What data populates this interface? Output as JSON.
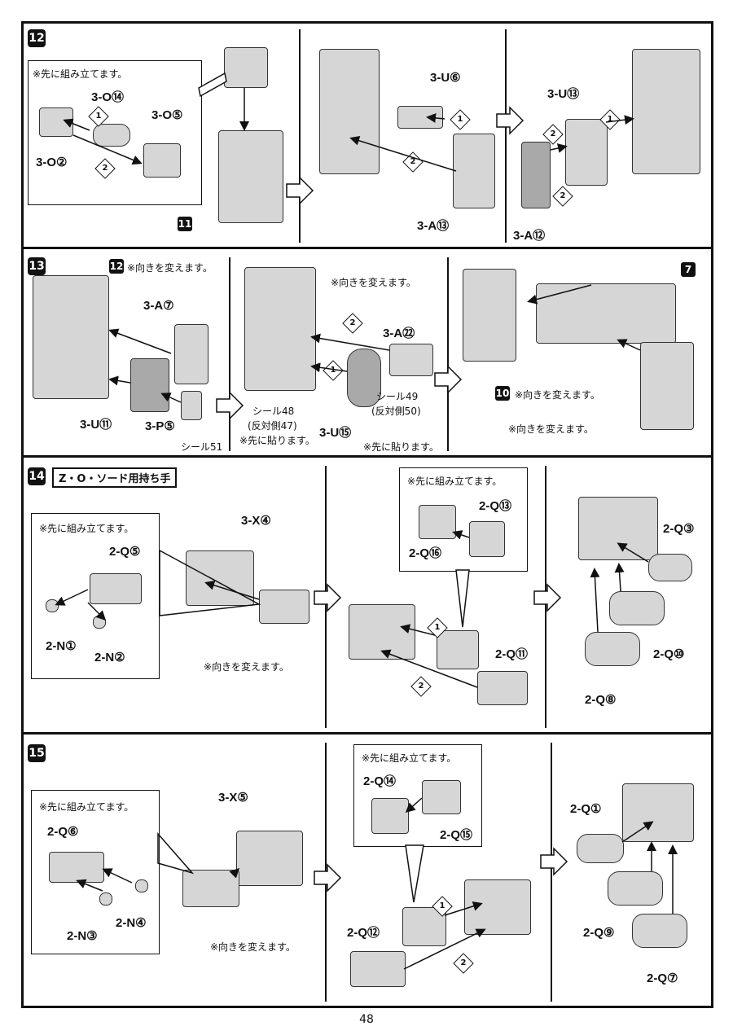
{
  "page_number": "48",
  "steps": {
    "s12": {
      "number": "12",
      "note_preassemble": "※先に組み立てます。",
      "labels": [
        "3-O⑭",
        "3-O⑤",
        "3-O②",
        "3-U⑥",
        "3-A⑬",
        "3-U⑬",
        "3-A⑫"
      ],
      "ref": "11",
      "diamonds": [
        "1",
        "2",
        "1",
        "2",
        "2",
        "1",
        "2"
      ]
    },
    "s13": {
      "number": "13",
      "ref12": "12",
      "ref10": "10",
      "ref7": "7",
      "note_turn": "※向きを変えます。",
      "note_turn2": "※向きを変えます。",
      "note_turn3": "※向きを変えます。",
      "note_turn4": "※向きを変えます。",
      "labels": [
        "3-A⑦",
        "3-U⑪",
        "3-P⑤",
        "3-A㉒",
        "3-U⑮"
      ],
      "sticker51": "シール51",
      "sticker48": "シール48",
      "opp47": "(反対側47)",
      "sticker49": "シール49",
      "opp50": "(反対側50)",
      "note_stick_first": "※先に貼ります。",
      "note_stick_first2": "※先に貼ります。",
      "diamonds": [
        "2",
        "1"
      ]
    },
    "s14": {
      "number": "14",
      "title": "Z・O・ソード用持ち手",
      "note_preassemble": "※先に組み立てます。",
      "note_preassemble2": "※先に組み立てます。",
      "note_turn": "※向きを変えます。",
      "labels": [
        "2-Q⑤",
        "2-N①",
        "2-N②",
        "3-X④",
        "2-Q⑬",
        "2-Q⑯",
        "2-Q⑪",
        "2-Q③",
        "2-Q⑩",
        "2-Q⑧"
      ],
      "diamonds": [
        "1",
        "2"
      ]
    },
    "s15": {
      "number": "15",
      "note_preassemble": "※先に組み立てます。",
      "note_preassemble2": "※先に組み立てます。",
      "note_turn": "※向きを変えます。",
      "labels": [
        "2-Q⑥",
        "2-N③",
        "2-N④",
        "3-X⑤",
        "2-Q⑭",
        "2-Q⑮",
        "2-Q⑫",
        "2-Q①",
        "2-Q⑨",
        "2-Q⑦"
      ],
      "diamonds": [
        "1",
        "2"
      ]
    }
  },
  "colors": {
    "line": "#111111",
    "part_fill": "#d6d6d6",
    "part_dark": "#a9a9a9"
  },
  "icons": {
    "flow_arrow": "hollow-right-arrow-icon"
  }
}
